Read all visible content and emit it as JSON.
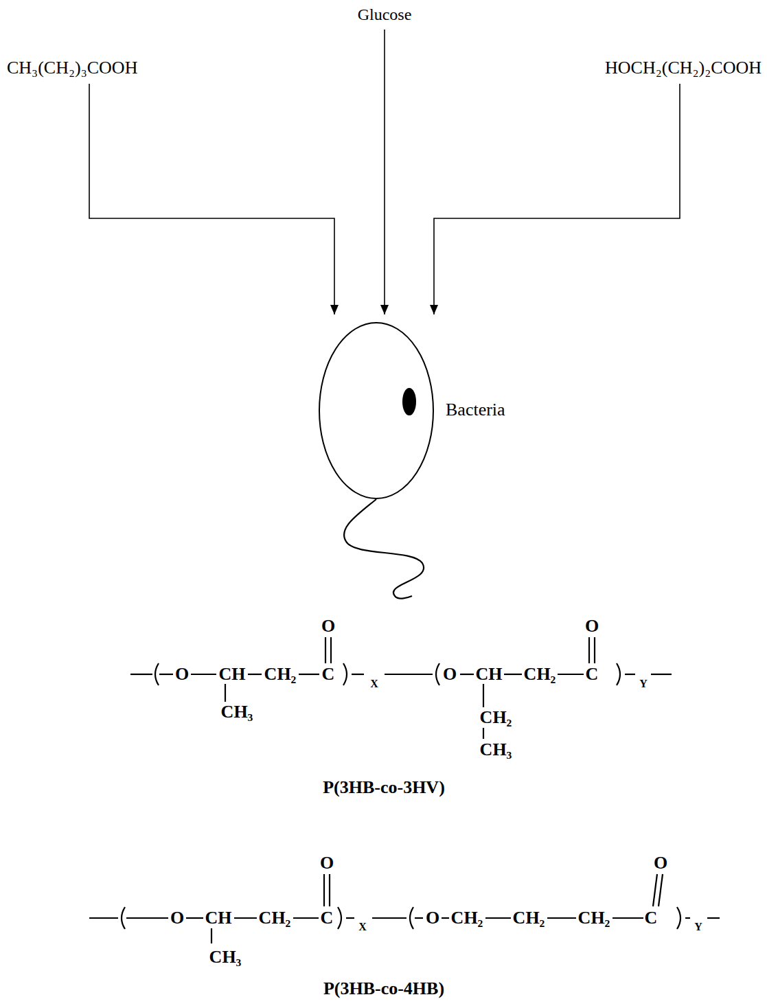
{
  "diagram": {
    "nodes": [
      {
        "text": [
          "CH₃(CH₂)₃COOH"
        ]
      },
      {
        "text": [
          "Glucose"
        ]
      },
      {
        "text": [
          "HOCH₂(CH₂)₂COOH"
        ]
      },
      {
        "text": [
          "Bacteria"
        ]
      }
    ],
    "edges": [
      {
        "from": 0,
        "to": 3,
        "arrow": "to"
      },
      {
        "from": 1,
        "to": 3,
        "arrow": "to"
      },
      {
        "from": 2,
        "to": 3,
        "arrow": "to"
      }
    ],
    "labels": [
      "O",
      "O",
      "O",
      "CH",
      "CH₂",
      "C",
      "X",
      "O",
      "CH",
      "CH₂",
      "C",
      "Y",
      "CH₃",
      "CH₂",
      "CH₃",
      "P(3HB-co-3HV)",
      "O",
      "O",
      "O",
      "CH",
      "CH₂",
      "C",
      "X",
      "O",
      "CH₂",
      "CH₂",
      "CH₂",
      "C",
      "Y",
      "CH₃",
      "P(3HB-co-4HB)"
    ]
  }
}
